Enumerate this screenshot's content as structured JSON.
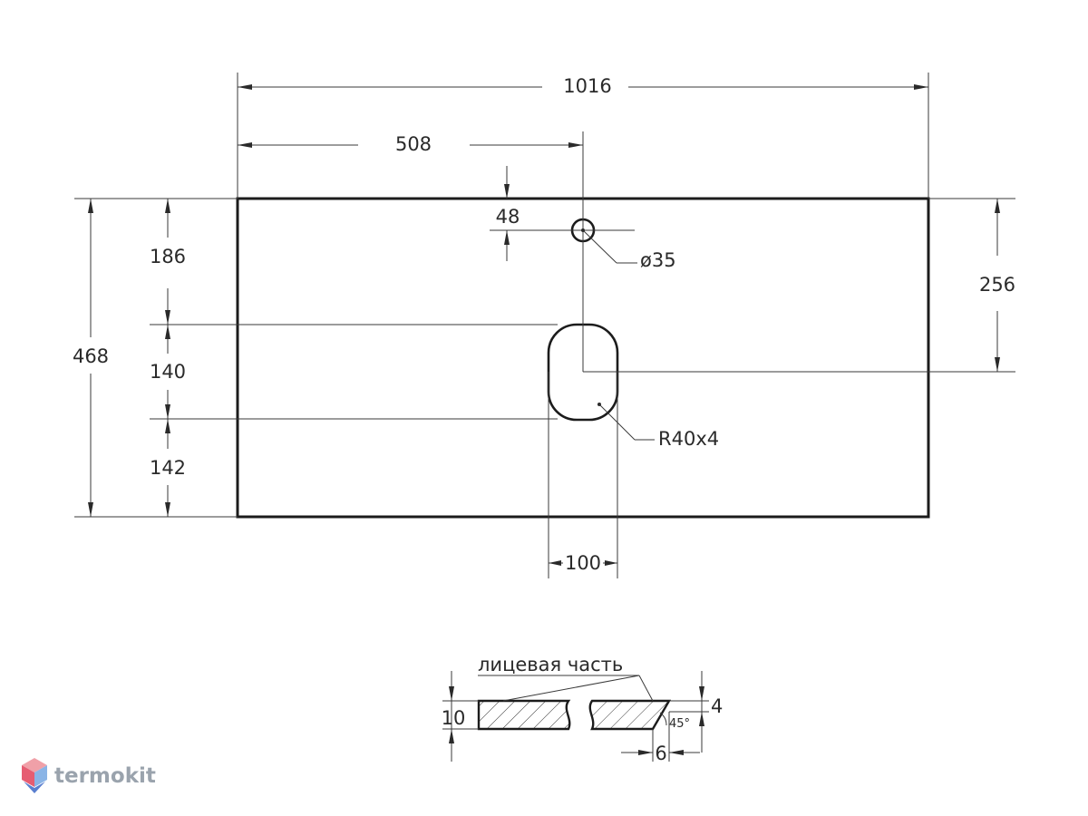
{
  "drawing": {
    "dimensions": {
      "total_width": "1016",
      "half_width": "508",
      "faucet_offset": "48",
      "faucet_hole": "ø35",
      "total_depth": "468",
      "top_to_bowl": "186",
      "bowl_depth": "140",
      "bowl_to_front": "142",
      "right_to_bowl_center": "256",
      "corner_radius": "R40x4",
      "bowl_width": "100"
    },
    "section": {
      "face_label": "лицевая часть",
      "thickness": "10",
      "chamfer_depth": "4",
      "chamfer_width": "6",
      "chamfer_angle": "45°"
    }
  },
  "watermark": {
    "text": "termokit",
    "colors": {
      "top": "#f0a0a8",
      "left": "#e65d72",
      "right": "#8ab4e6",
      "bottom": "#5a7fd0"
    }
  }
}
